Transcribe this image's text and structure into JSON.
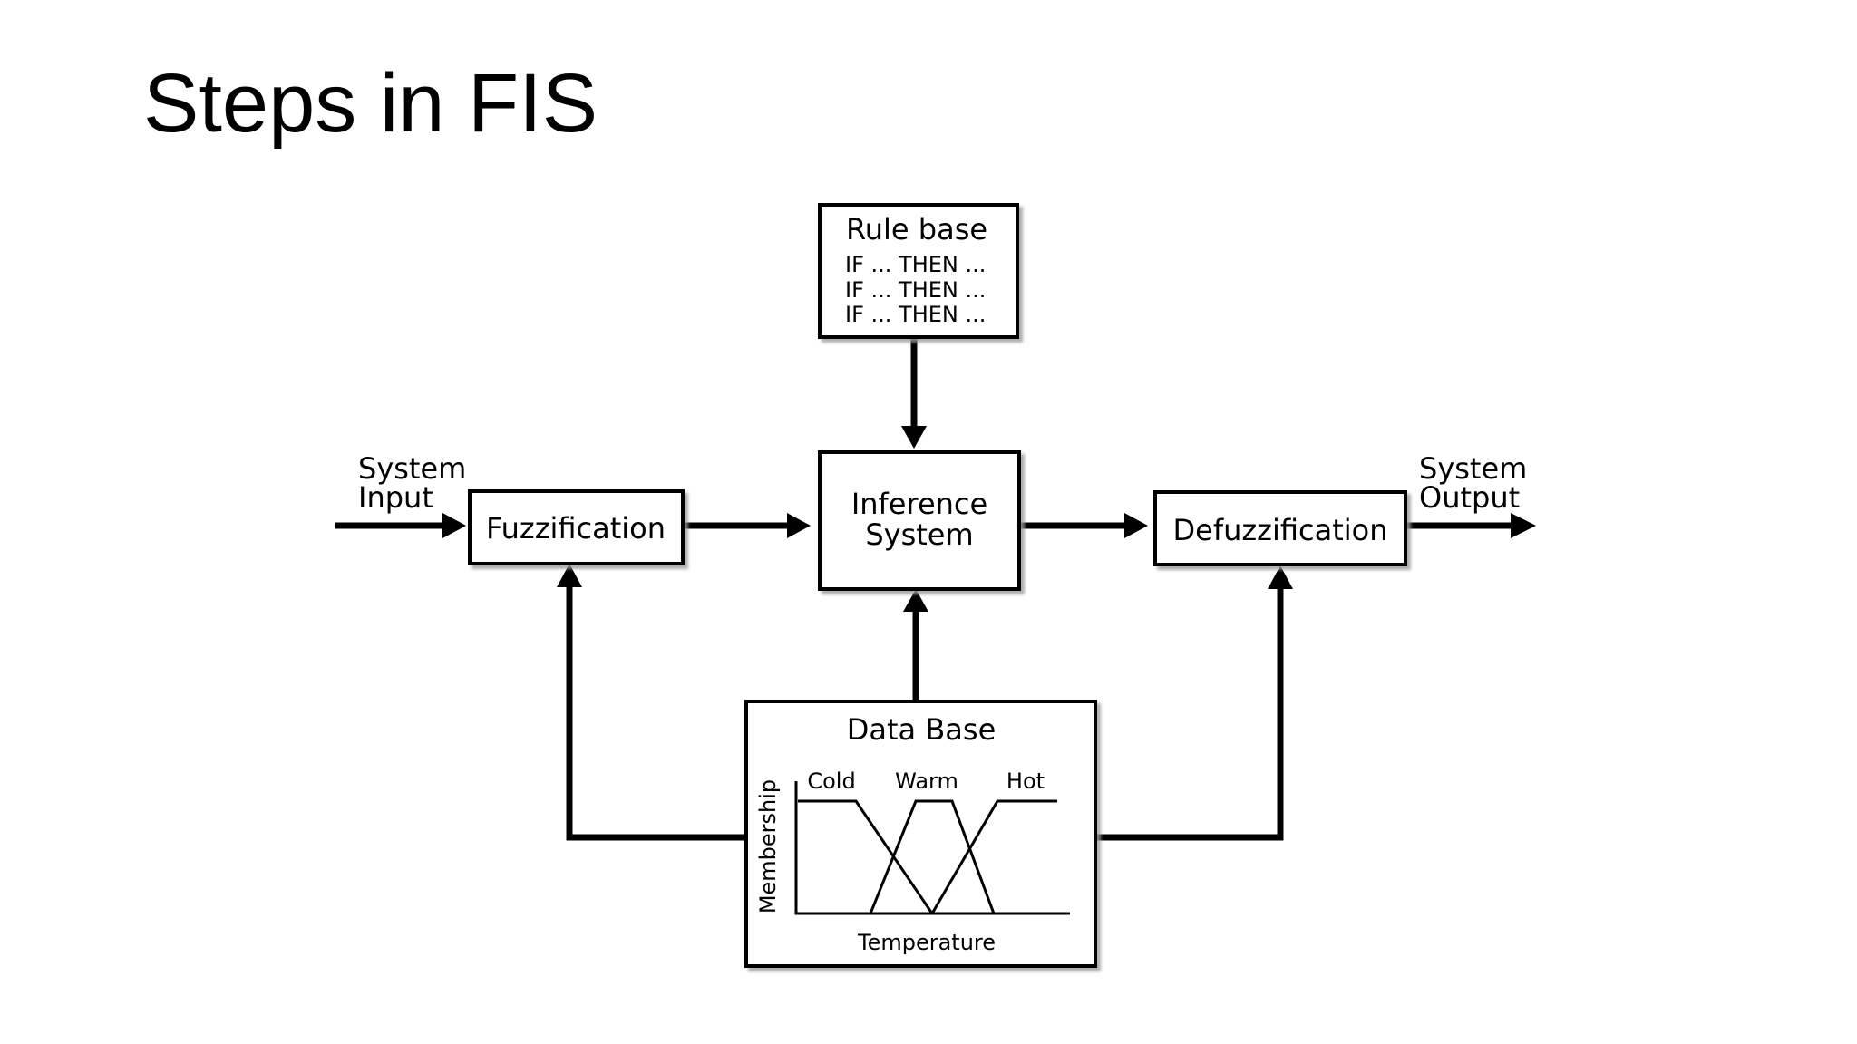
{
  "slide": {
    "title": "Steps in FIS"
  },
  "diagram": {
    "rule_base": {
      "title": "Rule base",
      "rules": [
        "IF ... THEN ...",
        "IF ... THEN ...",
        "IF ... THEN ..."
      ]
    },
    "system_input": {
      "line1": "System",
      "line2": "Input"
    },
    "fuzzification": {
      "label": "Fuzzification"
    },
    "inference": {
      "line1": "Inference",
      "line2": "System"
    },
    "defuzzification": {
      "label": "Defuzzification"
    },
    "system_output": {
      "line1": "System",
      "line2": "Output"
    },
    "data_base": {
      "title": "Data Base",
      "membership_axis": "Membership",
      "temperature_axis": "Temperature",
      "sets": [
        "Cold",
        "Warm",
        "Hot"
      ]
    }
  }
}
